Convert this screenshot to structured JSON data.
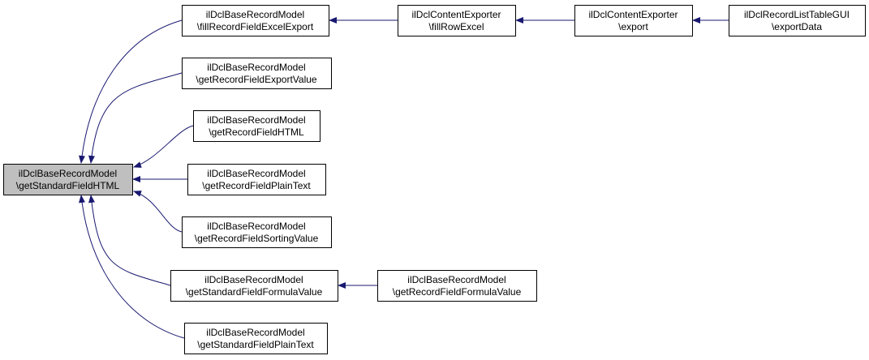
{
  "colors": {
    "edge": "#191970",
    "node_border": "#000000",
    "node_fill": "#ffffff",
    "focus_fill": "#bfbfbf"
  },
  "nodes": [
    {
      "id": "getStandardFieldHTML",
      "line1": "ilDclBaseRecordModel",
      "line2": "\\getStandardFieldHTML",
      "focus": true
    },
    {
      "id": "fillRecordFieldExcelExport",
      "line1": "ilDclBaseRecordModel",
      "line2": "\\fillRecordFieldExcelExport"
    },
    {
      "id": "getRecordFieldExportValue",
      "line1": "ilDclBaseRecordModel",
      "line2": "\\getRecordFieldExportValue"
    },
    {
      "id": "getRecordFieldHTML",
      "line1": "ilDclBaseRecordModel",
      "line2": "\\getRecordFieldHTML"
    },
    {
      "id": "getRecordFieldPlainText",
      "line1": "ilDclBaseRecordModel",
      "line2": "\\getRecordFieldPlainText"
    },
    {
      "id": "getRecordFieldSortingValue",
      "line1": "ilDclBaseRecordModel",
      "line2": "\\getRecordFieldSortingValue"
    },
    {
      "id": "getStandardFieldFormulaValue",
      "line1": "ilDclBaseRecordModel",
      "line2": "\\getStandardFieldFormulaValue"
    },
    {
      "id": "getStandardFieldPlainText",
      "line1": "ilDclBaseRecordModel",
      "line2": "\\getStandardFieldPlainText"
    },
    {
      "id": "fillRowExcel",
      "line1": "ilDclContentExporter",
      "line2": "\\fillRowExcel"
    },
    {
      "id": "export",
      "line1": "ilDclContentExporter",
      "line2": "\\export"
    },
    {
      "id": "exportData",
      "line1": "ilDclRecordListTableGUI",
      "line2": "\\exportData"
    },
    {
      "id": "getRecordFieldFormulaValue",
      "line1": "ilDclBaseRecordModel",
      "line2": "\\getRecordFieldFormulaValue"
    }
  ],
  "edges": [
    {
      "from": "fillRecordFieldExcelExport",
      "to": "getStandardFieldHTML"
    },
    {
      "from": "getRecordFieldExportValue",
      "to": "getStandardFieldHTML"
    },
    {
      "from": "getRecordFieldHTML",
      "to": "getStandardFieldHTML"
    },
    {
      "from": "getRecordFieldPlainText",
      "to": "getStandardFieldHTML"
    },
    {
      "from": "getRecordFieldSortingValue",
      "to": "getStandardFieldHTML"
    },
    {
      "from": "getStandardFieldFormulaValue",
      "to": "getStandardFieldHTML"
    },
    {
      "from": "getStandardFieldPlainText",
      "to": "getStandardFieldHTML"
    },
    {
      "from": "fillRowExcel",
      "to": "fillRecordFieldExcelExport"
    },
    {
      "from": "export",
      "to": "fillRowExcel"
    },
    {
      "from": "exportData",
      "to": "export"
    },
    {
      "from": "getRecordFieldFormulaValue",
      "to": "getStandardFieldFormulaValue"
    }
  ]
}
